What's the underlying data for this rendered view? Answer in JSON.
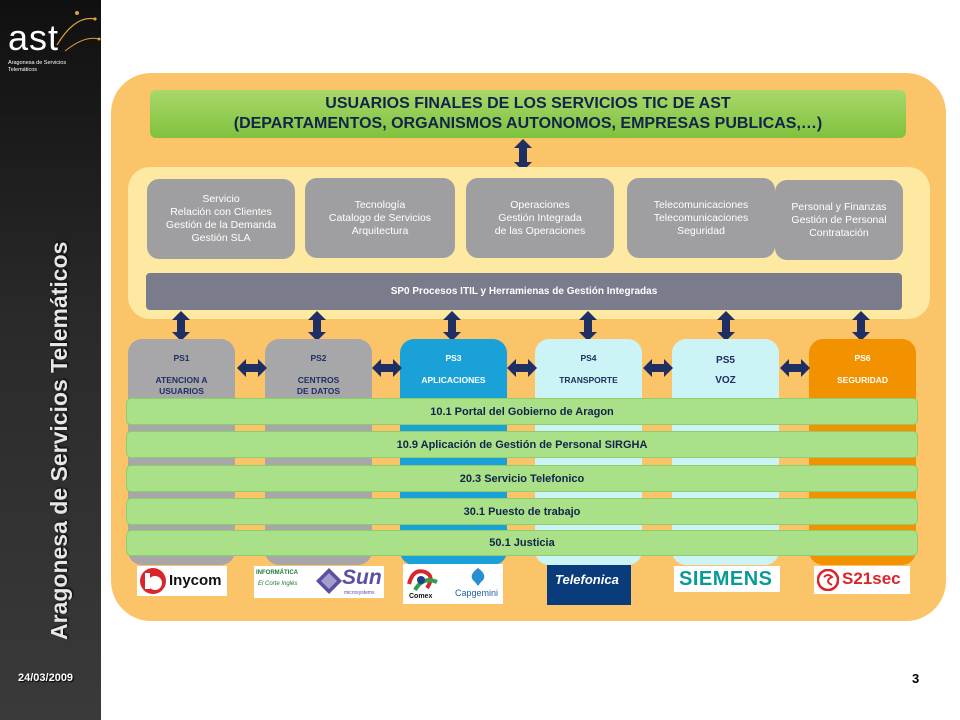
{
  "brand": {
    "logo_text": "ast",
    "logo_subtitle": "Aragonesa de Servicios Telemáticos",
    "vertical_title": "Aragonesa de Servicios Telemáticos"
  },
  "footer": {
    "date": "24/03/2009",
    "page_number": "3"
  },
  "top_bar": {
    "line1": "USUARIOS FINALES DE LOS SERVICIOS TIC DE AST",
    "line2": "(DEPARTAMENTOS, ORGANISMOS AUTONOMOS, EMPRESAS PUBLICAS,…)"
  },
  "areas": [
    {
      "title": "Servicio",
      "lines": [
        "Relación con Clientes",
        "Gestión de la Demanda",
        "Gestión SLA"
      ]
    },
    {
      "title": "Tecnología",
      "lines": [
        "Catalogo de Servicios",
        "Arquitectura"
      ]
    },
    {
      "title": "Operaciones",
      "lines": [
        "Gestión Integrada",
        "de las Operaciones"
      ]
    },
    {
      "title": "Telecomunicaciones",
      "lines": [
        "Telecomunicaciones",
        "Seguridad"
      ]
    },
    {
      "title": "Personal y Finanzas",
      "lines": [
        "Gestión de Personal",
        "Contratación"
      ]
    }
  ],
  "sp0_bar": "SP0 Procesos ITIL y Herramienas de Gestión Integradas",
  "columns": [
    {
      "code": "PS1",
      "name": "ATENCION A USUARIOS",
      "color": "#a7a7a9"
    },
    {
      "code": "PS2",
      "name": "CENTROS DE DATOS",
      "color": "#a7a7a9"
    },
    {
      "code": "PS3",
      "name": "APLICACIONES",
      "color": "#1aa2d8"
    },
    {
      "code": "PS4",
      "name": "TRANSPORTE",
      "color": "#ccf3f6"
    },
    {
      "code": "PS5",
      "name": "VOZ",
      "color": "#ccf3f6"
    },
    {
      "code": "PS6",
      "name": "SEGURIDAD",
      "color": "#f39200"
    }
  ],
  "services": [
    "10.1 Portal del Gobierno de Aragon",
    "10.9 Aplicación de Gestión de Personal SIRGHA",
    "20.3 Servicio Telefonico",
    "30.1 Puesto de trabajo",
    "50.1 Justicia"
  ],
  "vendor_logos": {
    "inycom": "Inycom",
    "informatica": "INFORMÁTICA",
    "elcorteingles": "El Corte Inglés",
    "sun": "Sun",
    "sun_sub": "microsystems",
    "comex": "Comex",
    "capgemini": "Capgemini",
    "telefonica": "Telefonica",
    "siemens": "SIEMENS",
    "s21sec": "S21sec"
  },
  "colors": {
    "arrow": "#1f2f63",
    "panel": "#fcc468",
    "top_bar": "#8cc84b"
  }
}
